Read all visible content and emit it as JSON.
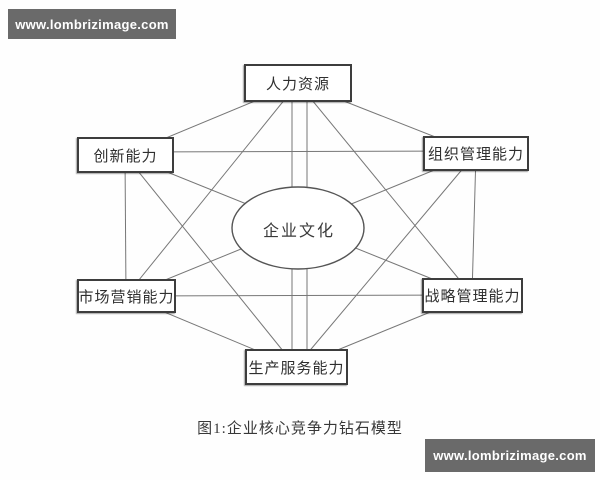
{
  "watermark": {
    "text": "www.lombrizimage.com",
    "bg_color": "#6a6a6a",
    "text_color": "#ffffff"
  },
  "diagram": {
    "type": "network",
    "fully_connected": true,
    "line_color": "#777777",
    "box_border_color": "#3d3d3d",
    "center": {
      "id": "corporate-culture",
      "label": "企业文化",
      "shape": "ellipse"
    },
    "nodes": [
      {
        "id": "human-resources",
        "label": "人力资源",
        "position": "top"
      },
      {
        "id": "org-management",
        "label": "组织管理能力",
        "position": "top-right"
      },
      {
        "id": "strategy-management",
        "label": "战略管理能力",
        "position": "bottom-right"
      },
      {
        "id": "production-service",
        "label": "生产服务能力",
        "position": "bottom"
      },
      {
        "id": "marketing",
        "label": "市场营销能力",
        "position": "bottom-left"
      },
      {
        "id": "innovation",
        "label": "创新能力",
        "position": "top-left"
      }
    ]
  },
  "caption": {
    "text": "图1:企业核心竞争力钻石模型"
  }
}
